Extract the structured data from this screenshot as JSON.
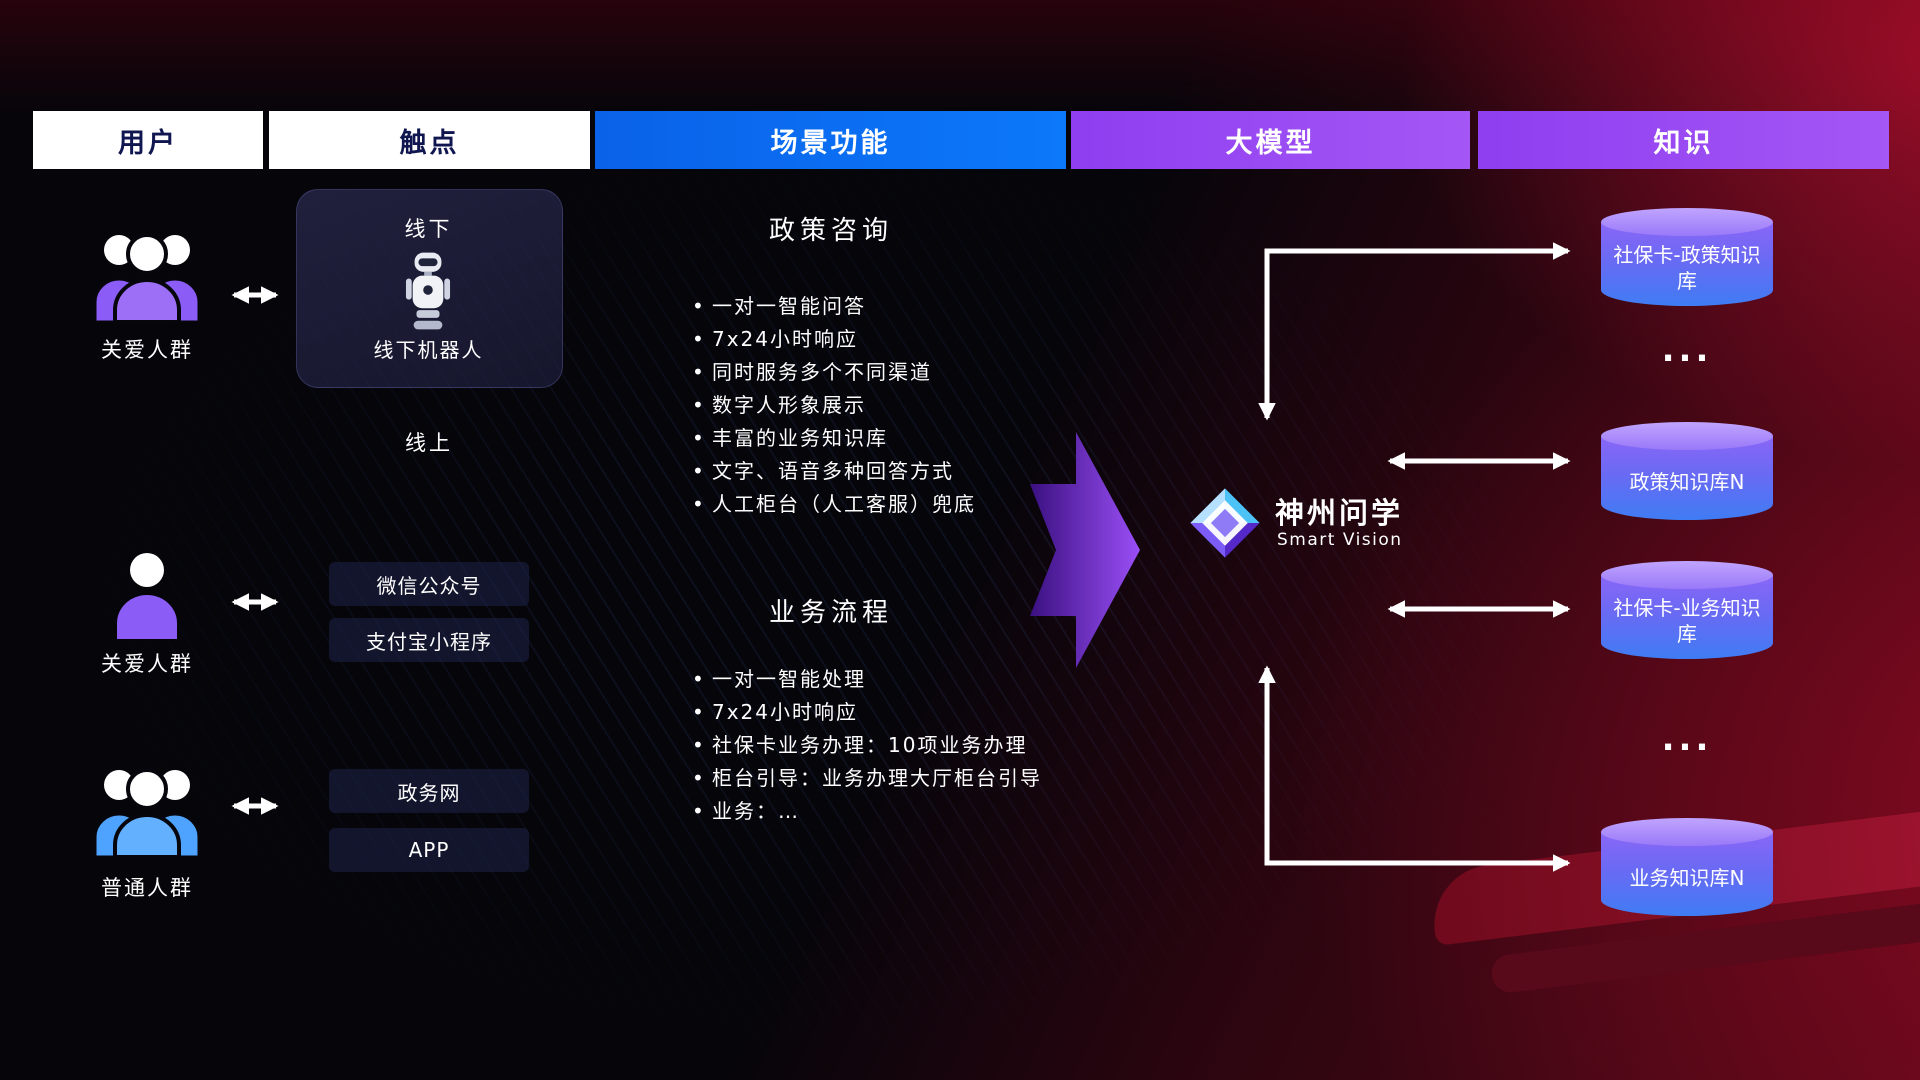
{
  "colors": {
    "header_dark_text": "#10164f",
    "header_blue": "#0c78fa",
    "header_purple": "#a457f5",
    "care_purple": "#8b5cf6",
    "normal_blue": "#4da3ff",
    "cylinder_top": "#9a79f8",
    "cylinder_bottom": "#3f7cf3",
    "arrow_white": "#ffffff"
  },
  "headers": [
    {
      "label": "用户"
    },
    {
      "label": "触点"
    },
    {
      "label": "场景功能"
    },
    {
      "label": "大模型"
    },
    {
      "label": "知识"
    }
  ],
  "users": [
    {
      "label": "关爱人群",
      "icon": "group-people-purple-icon"
    },
    {
      "label": "关爱人群",
      "icon": "single-person-purple-icon"
    },
    {
      "label": "普通人群",
      "icon": "group-people-blue-icon"
    }
  ],
  "touchpoints": {
    "offline_title": "线下",
    "offline_device": "线下机器人",
    "online_title": "线上",
    "channels": [
      "微信公众号",
      "支付宝小程序",
      "政务网",
      "APP"
    ]
  },
  "scenarios": [
    {
      "title": "政策咨询",
      "items": [
        "一对一智能问答",
        "7x24小时响应",
        "同时服务多个不同渠道",
        "数字人形象展示",
        "丰富的业务知识库",
        "文字、语音多种回答方式",
        "人工柜台（人工客服）兜底"
      ]
    },
    {
      "title": "业务流程",
      "items": [
        "一对一智能处理",
        "7x24小时响应",
        "社保卡业务办理：10项业务办理",
        "柜台引导：业务办理大厅柜台引导",
        "业务：…"
      ]
    }
  ],
  "model": {
    "name": "神州问学",
    "subtitle": "Smart Vision",
    "icon": "diamond-logo-icon"
  },
  "knowledge": [
    {
      "label": "社保卡-政策知识库",
      "type": "database"
    },
    {
      "label": "...",
      "type": "ellipsis"
    },
    {
      "label": "政策知识库N",
      "type": "database"
    },
    {
      "label": "社保卡-业务知识库",
      "type": "database"
    },
    {
      "label": "...",
      "type": "ellipsis"
    },
    {
      "label": "业务知识库N",
      "type": "database"
    }
  ]
}
